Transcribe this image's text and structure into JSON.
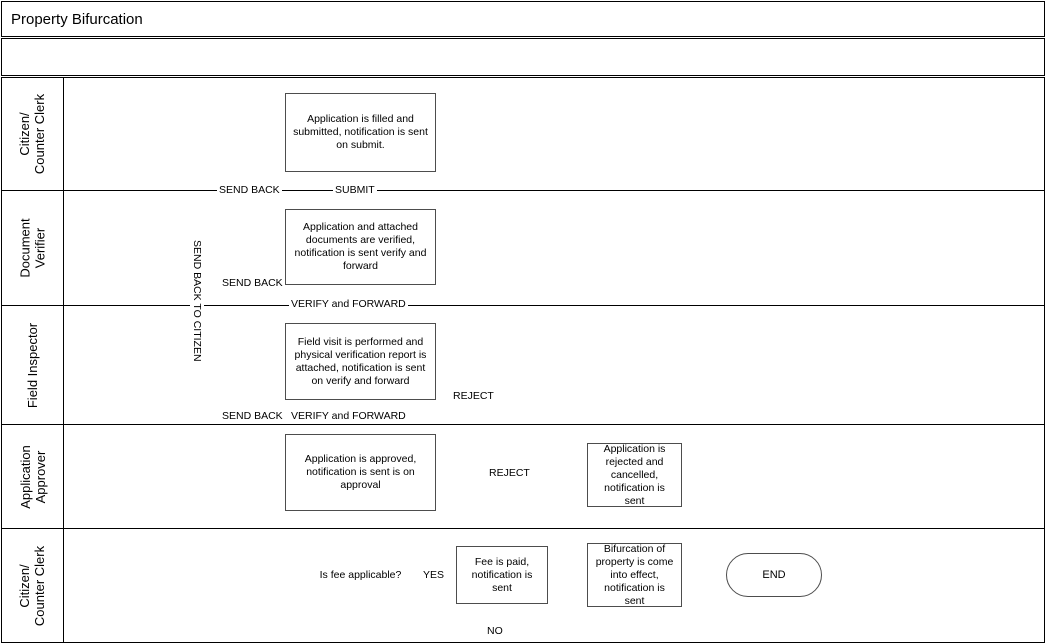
{
  "pool": {
    "title": "Property Bifurcation",
    "subrow_label": ""
  },
  "lanes": [
    {
      "id": "lane-citizen-top",
      "label": "Citizen/\nCounter Clerk"
    },
    {
      "id": "lane-doc-verifier",
      "label": "Document\nVerifier"
    },
    {
      "id": "lane-field-insp",
      "label": "Field Inspector"
    },
    {
      "id": "lane-app-approver",
      "label": "Application\nApprover"
    },
    {
      "id": "lane-citizen-bot",
      "label": "Citizen/\nCounter Clerk"
    }
  ],
  "nodes": {
    "application_filled": "Application is filled and submitted, notification is sent on submit.",
    "documents_verified": "Application and attached documents are verified, notification is sent verify and forward",
    "field_visit": "Field visit is performed and physical verification report is attached, notification is sent on verify and forward",
    "application_approved": "Application is approved, notification is sent is on approval",
    "application_rejected": "Application is rejected and cancelled, notification is sent",
    "fee_decision": "Is fee applicable?",
    "fee_paid": "Fee is paid, notification is sent",
    "bifurcation_effect": "Bifurcation of property is come into effect, notification is sent",
    "end": "END"
  },
  "edge_labels": {
    "submit": "SUBMIT",
    "send_back_1": "SEND BACK",
    "send_back_2": "SEND BACK",
    "send_back_3": "SEND BACK",
    "send_back_to_citizen": "SEND BACK TO CITIZEN",
    "verify_forward_1": "VERIFY and FORWARD",
    "verify_forward_2": "VERIFY and FORWARD",
    "reject_vertical": "REJECT",
    "reject_horizontal": "REJECT",
    "yes": "YES",
    "no": "NO"
  },
  "colors": {
    "line": "#000000",
    "node_border": "#4d4d4d",
    "background": "#ffffff",
    "text": "#000000"
  },
  "chart_data": {
    "type": "table",
    "title": "Property Bifurcation",
    "note": "Swimlane (BPMN-style) process flow diagram"
  }
}
